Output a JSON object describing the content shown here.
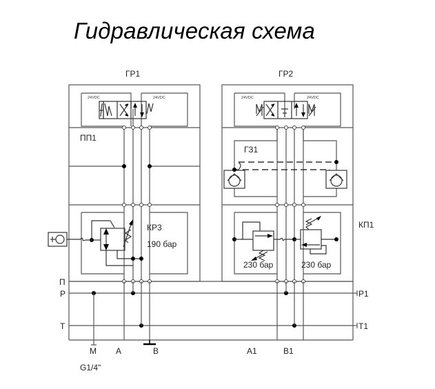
{
  "title": "Гидравлическая схема",
  "sections": {
    "gr1": {
      "label": "ГР1",
      "coil_left": "24VDC",
      "coil_right": "24VDC"
    },
    "gr2": {
      "label": "ГР2",
      "coil_left": "24VDC",
      "coil_right": "24VDC"
    },
    "pp1": {
      "label": "ПП1"
    },
    "gz1": {
      "label": "ГЗ1"
    },
    "kr3": {
      "label": "КР3",
      "pressure": "190 бар"
    },
    "kp1": {
      "label": "КП1",
      "pressure_left": "230 бар",
      "pressure_right": "230 бар"
    }
  },
  "lines": {
    "pilot": "П",
    "pressure": "P",
    "tank": "T",
    "pressure_out": "P1",
    "tank_out": "T1"
  },
  "ports": {
    "m": "M",
    "a": "A",
    "b": "B",
    "a1": "A1",
    "b1": "B1",
    "thread": "G1/4\""
  },
  "colors": {
    "line": "#555555",
    "ink": "#000000",
    "background": "#ffffff"
  }
}
